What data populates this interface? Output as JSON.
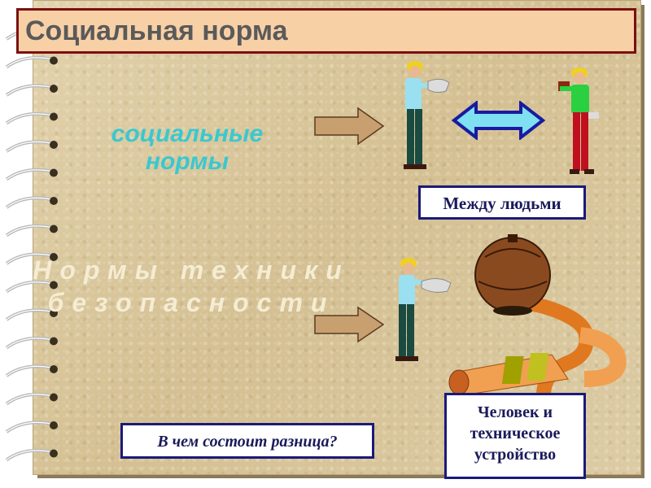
{
  "slide": {
    "title": "Социальная норма",
    "social_norms": "социальные нормы",
    "safety_norms": "Нормы техники безопасности",
    "between_people": "Между людьми",
    "question": "В чем состоит разница?",
    "human_device_line1": "Человек и",
    "human_device_line2": "техническое",
    "human_device_line3": "устройство"
  },
  "colors": {
    "title_border": "#7a1010",
    "title_bg": "#f8d0a6",
    "box_border": "#1a1a7a",
    "social_text": "#39c8d0"
  }
}
